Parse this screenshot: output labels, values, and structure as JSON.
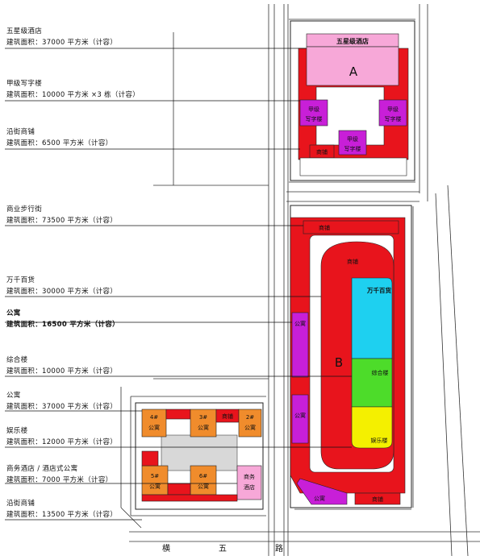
{
  "legend": [
    {
      "title": "五星级酒店",
      "area": "建筑面积：37000 平方米（计容）",
      "bold": false
    },
    {
      "title": "甲级写字楼",
      "area": "建筑面积：10000 平方米 ×3 栋（计容）",
      "bold": false
    },
    {
      "title": "沿街商铺",
      "area": "建筑面积：6500 平方米（计容）",
      "bold": false
    },
    {
      "title": "商业步行街",
      "area": "建筑面积：73500 平方米（计容）",
      "bold": false
    },
    {
      "title": "万千百货",
      "area": "建筑面积：30000 平方米（计容）",
      "bold": false
    },
    {
      "title": "公寓",
      "area": "建筑面积：16500 平方米（计容）",
      "bold": true
    },
    {
      "title": "综合楼",
      "area": "建筑面积：10000 平方米（计容）",
      "bold": false
    },
    {
      "title": "公寓",
      "area": "建筑面积：37000 平方米（计容）",
      "bold": false
    },
    {
      "title": "娱乐楼",
      "area": "建筑面积：12000 平方米（计容）",
      "bold": false
    },
    {
      "title": "商务酒店 / 酒店式公寓",
      "area": "建筑面积：7000 平方米（计容）",
      "bold": false
    },
    {
      "title": "沿街商铺",
      "area": "建筑面积：13500 平方米（计容）",
      "bold": false
    }
  ],
  "map": {
    "block_a": {
      "hotel": "五星级酒店",
      "letter": "A",
      "office_left": [
        "甲级",
        "写字楼"
      ],
      "office_right": [
        "甲级",
        "写字楼"
      ],
      "office_center": [
        "甲级",
        "写字楼"
      ],
      "shop": "商铺"
    },
    "block_b": {
      "letter": "B",
      "shop_top": "商铺",
      "shop_inner": "商铺",
      "department_store": "万千百货",
      "complex": "综合楼",
      "entertainment": "娱乐楼",
      "apartment_left_1": "公寓",
      "apartment_left_2": "公寓",
      "apartment_bottom": "公寓",
      "shop_bottom": "商铺"
    },
    "block_c": {
      "bldg4": [
        "4#",
        "公寓"
      ],
      "bldg3": [
        "3#",
        "公寓"
      ],
      "shop": "商铺",
      "bldg2": [
        "2#",
        "公寓"
      ],
      "bldg5": [
        "5#",
        "公寓"
      ],
      "bldg6": [
        "6#",
        "公寓"
      ],
      "biz_hotel": [
        "商务",
        "酒店"
      ]
    },
    "road_name": [
      "横",
      "五",
      "路"
    ]
  },
  "colors": {
    "red": "#e8141c",
    "pink": "#f7a8d8",
    "magenta": "#c81fd8",
    "cyan": "#1ed0f0",
    "green": "#4ddc2a",
    "yellow": "#f4f000",
    "orange": "#f08c2c",
    "line": "#222222"
  }
}
